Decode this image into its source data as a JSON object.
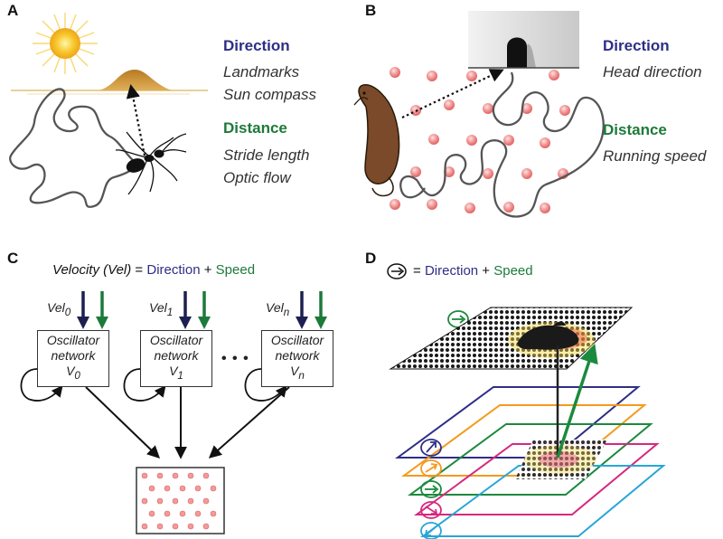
{
  "panels": {
    "a": "A",
    "b": "B",
    "c": "C",
    "d": "D"
  },
  "panel_a": {
    "direction_title": "Direction",
    "direction_cues": [
      "Landmarks",
      "Sun compass"
    ],
    "distance_title": "Distance",
    "distance_cues": [
      "Stride length",
      "Optic flow"
    ]
  },
  "panel_b": {
    "direction_title": "Direction",
    "direction_cues": [
      "Head direction"
    ],
    "distance_title": "Distance",
    "distance_cues": [
      "Running speed"
    ]
  },
  "panel_c": {
    "equation": {
      "term": "Velocity (Vel)",
      "eq": " = ",
      "direction": "Direction",
      "plus": " + ",
      "speed": "Speed"
    },
    "velocity_labels": [
      {
        "base": "Vel",
        "sub": "0"
      },
      {
        "base": "Vel",
        "sub": "1"
      },
      {
        "base": "Vel",
        "sub": "n"
      }
    ],
    "oscillator_lines": [
      "Oscillator",
      "network"
    ],
    "oscillator_indices": [
      {
        "base": "V",
        "sub": "0"
      },
      {
        "base": "V",
        "sub": "1"
      },
      {
        "base": "V",
        "sub": "n"
      }
    ],
    "ellipsis": "• • •"
  },
  "panel_d": {
    "legend": {
      "eq": "= ",
      "direction": "Direction",
      "plus": " + ",
      "speed": "Speed"
    },
    "layer_colors": [
      "#2e2e86",
      "#f39a1e",
      "#1c8a3e",
      "#d6287f",
      "#27a6d6"
    ]
  },
  "colors": {
    "direction": "#2e2e86",
    "distance": "#1c7a3a",
    "speed_arrow": "#1c7a3a",
    "direction_arrow": "#1b2050",
    "grid_fields": "#f08080",
    "path": "#555555",
    "rat": "#7a4a2a"
  }
}
